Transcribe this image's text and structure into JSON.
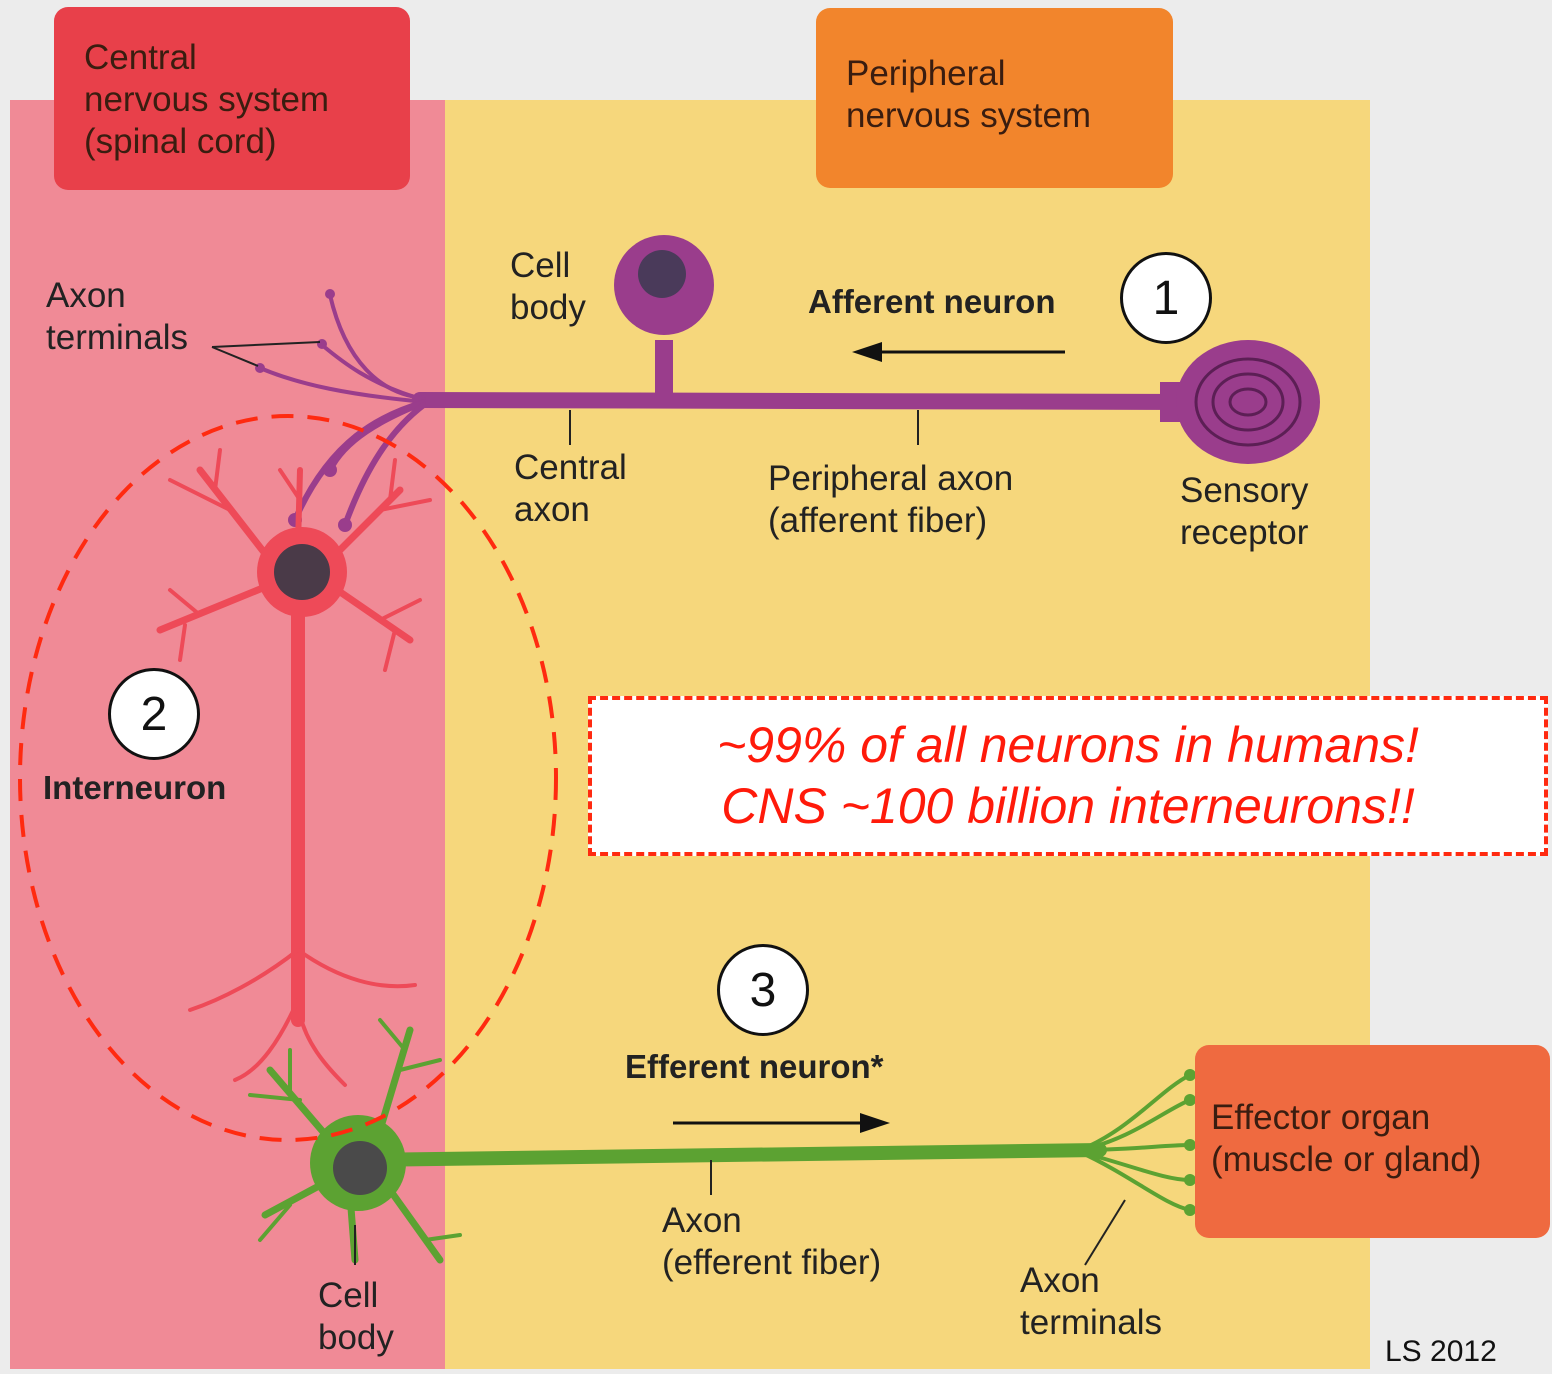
{
  "regions": {
    "cns": {
      "text": "Central\nnervous system\n(spinal cord)",
      "color": "#e8404a"
    },
    "pns": {
      "text": "Peripheral\nnervous system",
      "color": "#f2852c"
    },
    "effector": {
      "text": "Effector organ\n(muscle or gland)",
      "color": "#ef6a40"
    }
  },
  "colors": {
    "cns_background": "#f08a96",
    "pns_background": "#f6d77c",
    "afferent_neuron": "#9a3d8c",
    "interneuron": "#ee4a58",
    "efferent_neuron": "#5ca232",
    "callout_red": "#ff1a0a"
  },
  "labels": {
    "axon_terminals_top": "Axon\nterminals",
    "cell_body_top": "Cell\nbody",
    "afferent_neuron": "Afferent neuron",
    "central_axon": "Central\naxon",
    "peripheral_axon": "Peripheral axon\n(afferent fiber)",
    "sensory_receptor": "Sensory\nreceptor",
    "interneuron": "Interneuron",
    "efferent_neuron": "Efferent neuron*",
    "axon_efferent": "Axon\n(efferent fiber)",
    "axon_terminals_bottom": "Axon\nterminals",
    "cell_body_bottom": "Cell\nbody"
  },
  "badges": [
    "1",
    "2",
    "3"
  ],
  "callout": {
    "line1": "~99% of all neurons in humans!",
    "line2": "CNS ~100 billion interneurons!!"
  },
  "credit": "LS 2012"
}
